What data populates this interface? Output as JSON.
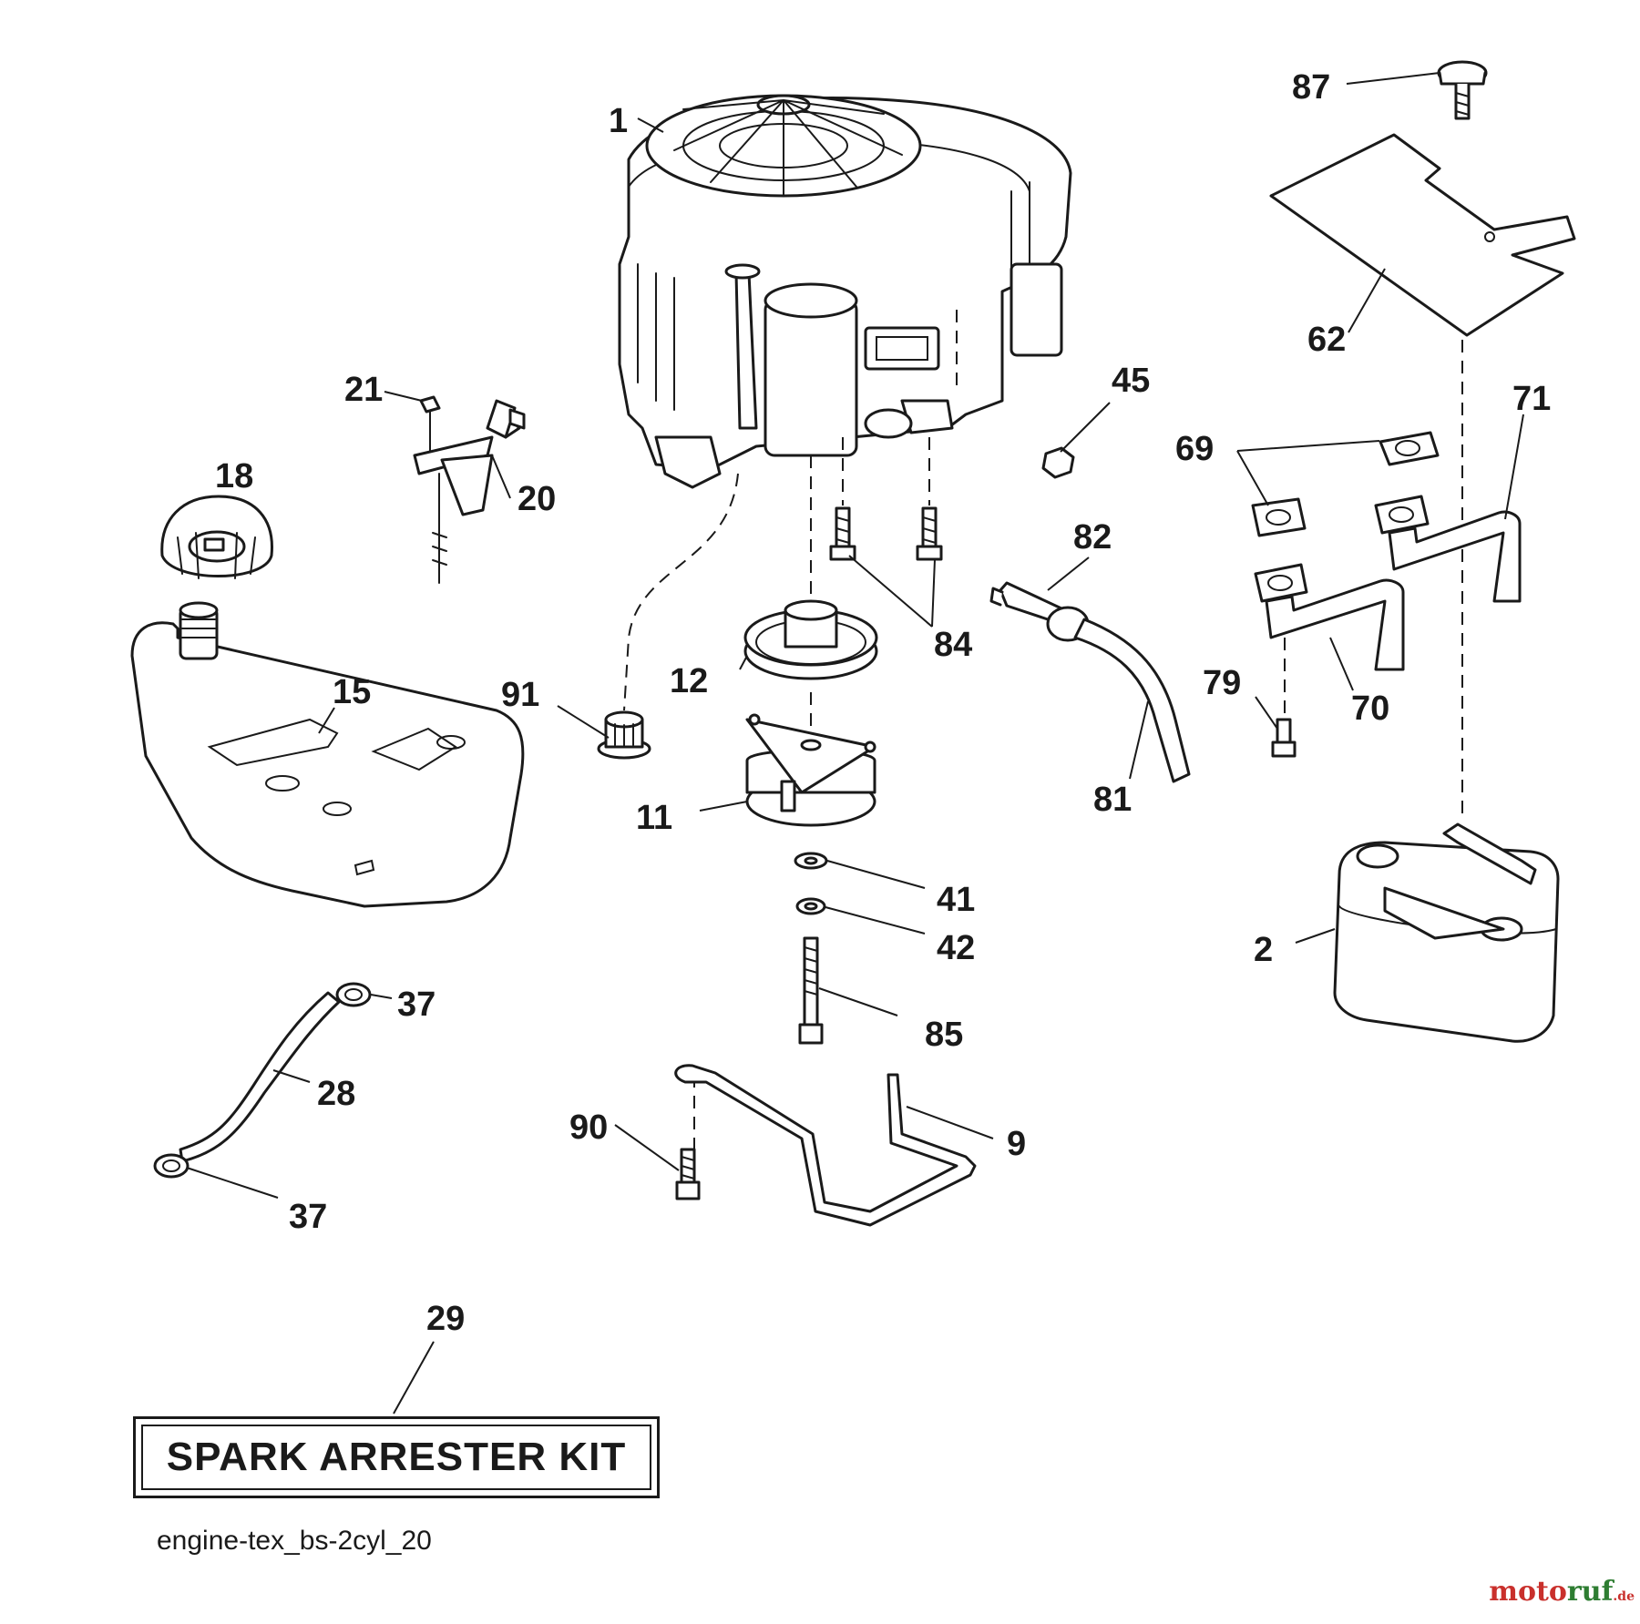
{
  "callouts": [
    "1",
    "87",
    "62",
    "21",
    "45",
    "69",
    "71",
    "18",
    "20",
    "82",
    "84",
    "12",
    "91",
    "15",
    "11",
    "81",
    "79",
    "70",
    "41",
    "42",
    "2",
    "37",
    "28",
    "85",
    "90",
    "9",
    "37",
    "29"
  ],
  "kit_label": "SPARK ARRESTER KIT",
  "diagram_code": "engine-tex_bs-2cyl_20",
  "watermark": {
    "main": "motoruf",
    "suffix": ".de",
    "colors": [
      "#c9302c",
      "#2e7d32"
    ]
  }
}
